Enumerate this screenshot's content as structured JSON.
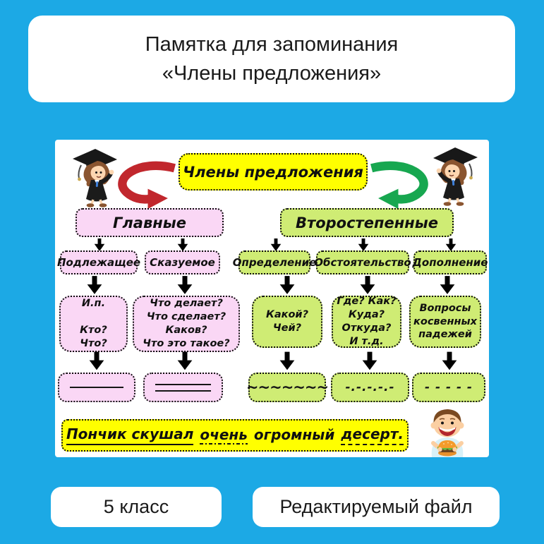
{
  "colors": {
    "background": "#1CA9E5",
    "card": "#FFFFFF",
    "yellow": "#FFFF00",
    "pink": "#FAD7F5",
    "green": "#CFEC74",
    "red_arrow": "#C1272D",
    "green_arrow": "#17A750"
  },
  "header": {
    "title_line1": "Памятка для запоминания",
    "title_line2": "«Члены предложения»"
  },
  "diagram": {
    "root_label": "Члены предложения",
    "branches": [
      {
        "label": "Главные"
      },
      {
        "label": "Второстепенные"
      }
    ],
    "members": [
      {
        "label": "Подлежащее",
        "questions": "И.п.\n\nКто?\nЧто?",
        "mark_type": "single-line"
      },
      {
        "label": "Сказуемое",
        "questions": "Что делает?\nЧто сделает?\nКаков?\nЧто это такое?",
        "mark_type": "double-line"
      },
      {
        "label": "Определение",
        "questions": "Какой?\nЧей?",
        "mark_type": "wave"
      },
      {
        "label": "Обстоятельство",
        "questions": "Где? Как?\nКуда?\nОткуда?\nИ т.д.",
        "mark_type": "dash-dot"
      },
      {
        "label": "Дополнение",
        "questions": "Вопросы\nкосвенных\nпадежей",
        "mark_type": "dash"
      }
    ],
    "marks": {
      "wave": "~~~~~~~",
      "dash_dot": "-.-.-.-.-",
      "dash": "- - - - -"
    },
    "example": {
      "segments": [
        {
          "text": "Пончик скушал",
          "underline": "solid"
        },
        {
          "text": "очень",
          "underline": "dash-dot"
        },
        {
          "text": "огромный",
          "underline": "none"
        },
        {
          "text": "десерт.",
          "underline": "dashed"
        }
      ]
    }
  },
  "footer": {
    "grade_label": "5 класс",
    "file_label": "Редактируемый файл"
  }
}
